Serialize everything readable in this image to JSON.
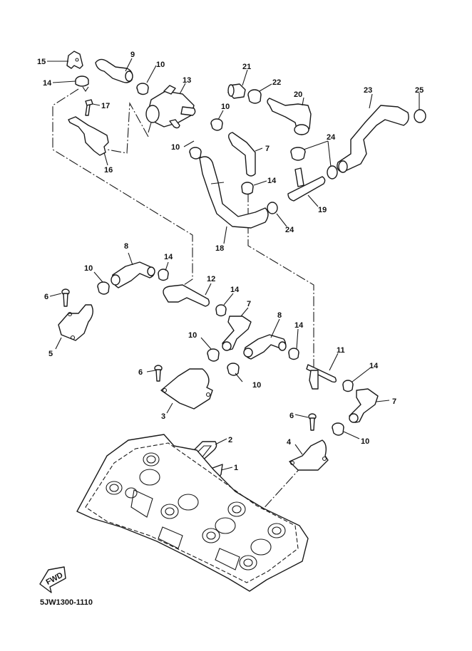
{
  "diagram": {
    "type": "exploded-parts-view",
    "code": "5JW1300-1110",
    "fwd_label": "FWD",
    "callouts": [
      {
        "id": "c15",
        "label": "15"
      },
      {
        "id": "c9",
        "label": "9"
      },
      {
        "id": "c10a",
        "label": "10"
      },
      {
        "id": "c14a",
        "label": "14"
      },
      {
        "id": "c13",
        "label": "13"
      },
      {
        "id": "c17",
        "label": "17"
      },
      {
        "id": "c21",
        "label": "21"
      },
      {
        "id": "c22",
        "label": "22"
      },
      {
        "id": "c20",
        "label": "20"
      },
      {
        "id": "c23",
        "label": "23"
      },
      {
        "id": "c25",
        "label": "25"
      },
      {
        "id": "c10b",
        "label": "10"
      },
      {
        "id": "c7a",
        "label": "7"
      },
      {
        "id": "c16",
        "label": "16"
      },
      {
        "id": "c10c",
        "label": "10"
      },
      {
        "id": "c24a",
        "label": "24"
      },
      {
        "id": "c14b",
        "label": "14"
      },
      {
        "id": "c19",
        "label": "19"
      },
      {
        "id": "c24b",
        "label": "24"
      },
      {
        "id": "c18",
        "label": "18"
      },
      {
        "id": "c8a",
        "label": "8"
      },
      {
        "id": "c14c",
        "label": "14"
      },
      {
        "id": "c10d",
        "label": "10"
      },
      {
        "id": "c12",
        "label": "12"
      },
      {
        "id": "c6a",
        "label": "6"
      },
      {
        "id": "c14d",
        "label": "14"
      },
      {
        "id": "c7b",
        "label": "7"
      },
      {
        "id": "c8b",
        "label": "8"
      },
      {
        "id": "c14e",
        "label": "14"
      },
      {
        "id": "c5",
        "label": "5"
      },
      {
        "id": "c10e",
        "label": "10"
      },
      {
        "id": "c11",
        "label": "11"
      },
      {
        "id": "c6b",
        "label": "6"
      },
      {
        "id": "c10f",
        "label": "10"
      },
      {
        "id": "c14f",
        "label": "14"
      },
      {
        "id": "c7c",
        "label": "7"
      },
      {
        "id": "c3",
        "label": "3"
      },
      {
        "id": "c6c",
        "label": "6"
      },
      {
        "id": "c2",
        "label": "2"
      },
      {
        "id": "c4",
        "label": "4"
      },
      {
        "id": "c10g",
        "label": "10"
      },
      {
        "id": "c1",
        "label": "1"
      }
    ]
  }
}
